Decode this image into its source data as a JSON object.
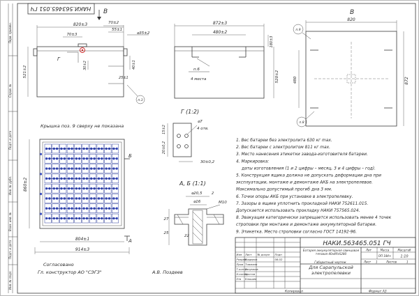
{
  "designation": "НАКИ.563465.051 ГЧ",
  "designation_rotated": "НАКИ.563465.051 ГЧ",
  "view_label_b_arrow": "В",
  "view_label_v": "В",
  "view_label_a": "А",
  "view_label_b": "Б",
  "front_view": {
    "dim_overall": "820±3",
    "dim_a": "70±3",
    "dim_b": "70±2",
    "dim_c": "55±1",
    "dim_hole": "⌀35±2",
    "dim_height": "521±2",
    "dim_30": "30±2",
    "dim_40": "40±1",
    "dim_25": "25±1",
    "label_g": "Г",
    "callout_3": "п.3"
  },
  "side_view": {
    "dim_width": "872±3",
    "dim_inner": "480±2",
    "dim_height": "520±2",
    "dim_top": "180±3",
    "note_6": "п.6",
    "note_6_text": "4 места"
  },
  "top_view": {
    "dim_width": "820",
    "dim_height": "872",
    "dim_inner": "480",
    "callout_9": "п.9",
    "callout_8": "п.8"
  },
  "lid_note": "Крышка поз. 9 сверху не показана",
  "detail_g": {
    "title": "Г (1:2)",
    "dim_hole": "⌀7",
    "dim_holes": "4 отв.",
    "dim_15": "15±2",
    "dim_20": "20±0,2",
    "dim_30": "30±0,2"
  },
  "section_ab": {
    "title": "А, Б (1:1)",
    "dim_outer": "⌀20,5",
    "dim_inner": "⌀16",
    "dim_m10": "М10",
    "dim_27": "27",
    "dim_25": "25",
    "dim_22": "22",
    "dim_2": "2"
  },
  "plan_view": {
    "dim_804": "804±1",
    "dim_914": "914±3",
    "dim_860": "860±2"
  },
  "notes": [
    "1. Вес батареи без электролита 630 кг max.",
    "2. Вес батареи с электролитом 811 кг max.",
    "3. Место нанесения этикетки завода-изготовителя батареи.",
    "4. Маркировка:",
    "даты изготовления (1 и 2 цифры – месяц, 3 и 4 цифры – год).",
    "5. Конструкция ящика должна не допускать деформации дна при",
    "эксплуатации, монтаже и демонтаже АКБ на электропелевое.",
    "Максимально допустимый прогиб дна 3 мм.",
    "6. Точки опоры АКБ при установке в электропелевку.",
    "7. Зазоры в ящике уплотнить прокладкой НАКИ 752611.015.",
    "Допускается использовать прокладку НАКИ 757565.024.",
    "8. Эвакуация категорически запрещается использовать менее 4 точек",
    "строповки при монтаже и демонтаже аккумуляторной батареи.",
    "9. Этикетка. Место строповки согласно ГОСТ 14192-96."
  ],
  "approval": {
    "agreed": "Согласовано",
    "role": "Гл. конструктор АО \"СЭГЗ\"",
    "name": "А.В. Поздеев"
  },
  "title_block": {
    "designation": "НАКИ.563465.051 ГЧ",
    "product_name": "Батарея аккумуляторная свинцовая тяговая 40х4PzS280",
    "doc_type": "Габаритный чертеж",
    "customer": "Для Сарапульской электропелевки",
    "col_lit": "Лит",
    "col_mass": "Масса",
    "col_scale": "Масштаб",
    "mass_value": "ОП 184+",
    "scale_value": "1:10",
    "sheet_label": "Лист",
    "sheet_num": "1",
    "sheets_label": "Листов",
    "sheets_num": "1",
    "rows": [
      {
        "role": "Изм",
        "name": "Лист",
        "sign": "№ докум",
        "date": "Подп"
      },
      {
        "role": "Разраб",
        "name": "Фадеров",
        "sign": "",
        "date": "08.02"
      },
      {
        "role": "Пров",
        "name": "Томилин",
        "sign": "",
        "date": ""
      },
      {
        "role": "Т.контр",
        "name": "Разумков",
        "sign": "",
        "date": ""
      },
      {
        "role": "Н.контр",
        "name": "Кротов",
        "sign": "",
        "date": ""
      },
      {
        "role": "Утв",
        "name": "Клюшев",
        "sign": "",
        "date": ""
      }
    ],
    "copied": "Копировал",
    "format": "Формат  А3"
  },
  "left_strip": {
    "a": "Перв. примен.",
    "b": "Справ. №",
    "c": "Подп. и дата",
    "d": "Инв. № дубл.",
    "e": "Взам. инв. №",
    "f": "Подп. и дата",
    "g": "Инв. № подл."
  }
}
